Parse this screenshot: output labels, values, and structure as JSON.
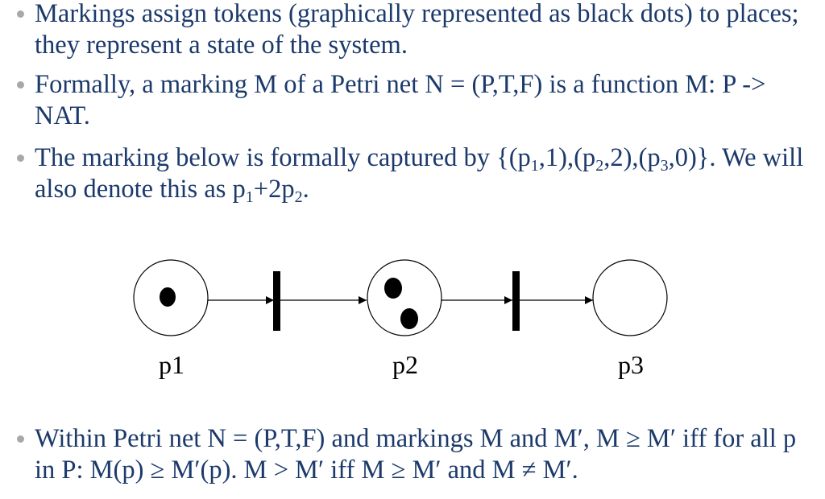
{
  "bullets": [
    {
      "segments": [
        {
          "t": "Markings assign tokens (graphically represented as black dots) to places; they represent a state of the system."
        }
      ]
    },
    {
      "segments": [
        {
          "t": "Formally, a marking M of a Petri net N = (P,T,F) is a function M: P -> NAT."
        }
      ]
    },
    {
      "segments": [
        {
          "t": "The marking below is formally captured by {(p"
        },
        {
          "t": "1",
          "sub": true
        },
        {
          "t": ",1),(p"
        },
        {
          "t": "2",
          "sub": true
        },
        {
          "t": ",2),(p"
        },
        {
          "t": "3",
          "sub": true
        },
        {
          "t": ",0)}. We will also denote this as p"
        },
        {
          "t": "1",
          "sub": true
        },
        {
          "t": "+2p"
        },
        {
          "t": "2",
          "sub": true
        },
        {
          "t": "."
        }
      ]
    },
    {
      "segments": [
        {
          "t": "Within Petri net N = (P,T,F) and markings M and M′, M ≥ M′ iff for all p in P: M(p) ≥ M′(p). M > M′ iff M ≥ M′ and M ≠ M′."
        }
      ]
    }
  ],
  "diagram": {
    "places": [
      {
        "label": "p1",
        "tokens": 1
      },
      {
        "label": "p2",
        "tokens": 2
      },
      {
        "label": "p3",
        "tokens": 0
      }
    ],
    "transitions": 2
  }
}
